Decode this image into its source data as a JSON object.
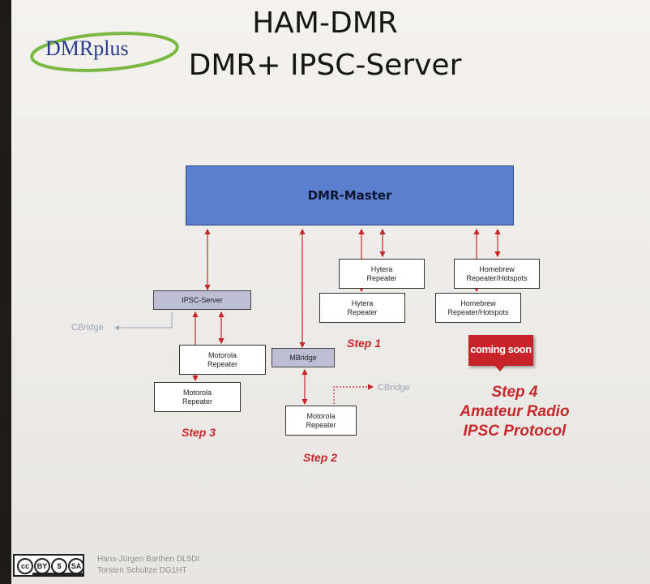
{
  "title": {
    "line1": "HAM-DMR",
    "line2": "DMR+ IPSC-Server"
  },
  "logo": {
    "text": "DMRplus"
  },
  "nodes": {
    "master": "DMR-Master",
    "ipsc_server": "IPSC-Server",
    "hytera_1": "Hytera\nRepeater",
    "hytera_2": "Hytera\nRepeater",
    "homebrew_1": "Homebrew\nRepeater/Hotspots",
    "homebrew_2": "Homebrew\nRepeater/Hotspots",
    "motorola_1": "Motorola\nRepeater",
    "motorola_2": "Motorola\nRepeater",
    "mbridge": "MBridge",
    "motorola_3": "Motorola\nRepeater"
  },
  "cbridge_labels": {
    "left": "CBridge",
    "right": "CBridge"
  },
  "steps": {
    "step1": "Step 1",
    "step2": "Step 2",
    "step3": "Step 3",
    "step4_line1": "Step 4",
    "step4_line2": "Amateur Radio",
    "step4_line3": "IPSC Protocol"
  },
  "badge": {
    "coming_soon": "coming soon"
  },
  "license": {
    "cc": "cc",
    "by": "BY",
    "nc": "$",
    "sa": "SA"
  },
  "footer": {
    "author1": "Hans-Jürgen Barthen DL5DI",
    "author2": "Torsten Schultze DG1HT"
  },
  "colors": {
    "master_fill": "#5b7fcc",
    "arrow": "#c6282c",
    "step_text": "#c6282c",
    "node_fill_grey": "#bdbdd4",
    "badge": "#c8232a"
  }
}
